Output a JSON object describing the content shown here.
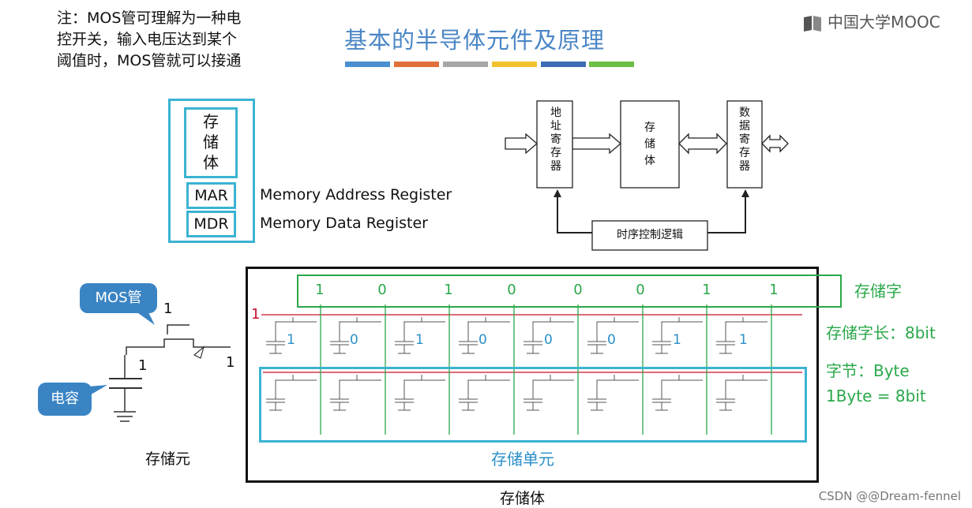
{
  "note_lines": [
    "注：MOS管可理解为一种电",
    "控开关，输入电压达到某个",
    "阈值时，MOS管就可以接通"
  ],
  "title": "基本的半导体元件及原理",
  "title_bar_colors": [
    "#4a8fd0",
    "#e0703a",
    "#a6a6a6",
    "#f2c230",
    "#3e6bb5",
    "#6cbf45"
  ],
  "logo_text": "中国大学MOOC",
  "memory_block": {
    "storage_label_chars": [
      "存",
      "储",
      "体"
    ],
    "mar": "MAR",
    "mdr": "MDR",
    "mar_desc": "Memory Address Register",
    "mdr_desc": "Memory Data Register"
  },
  "block_diagram": {
    "address_reg": [
      "地",
      "址",
      "寄",
      "存",
      "器"
    ],
    "storage": [
      "存",
      "储",
      "体"
    ],
    "data_reg": [
      "数",
      "据",
      "寄",
      "存",
      "器"
    ],
    "timing": "时序控制逻辑"
  },
  "cell_diagram": {
    "mos_callout": "MOS管",
    "capacitor_callout": "电容",
    "gate_value": "1",
    "cap_value": "1",
    "output_value": "1",
    "caption": "存储元"
  },
  "array": {
    "word_bits": [
      "1",
      "0",
      "1",
      "0",
      "0",
      "0",
      "1",
      "1"
    ],
    "row_marker": "1",
    "cell_values": [
      "1",
      "0",
      "1",
      "0",
      "0",
      "0",
      "1",
      "1"
    ],
    "storage_word_label": "存储字",
    "word_length": "存储字长：8bit",
    "byte_label": "字节：Byte",
    "byte_def": "1Byte = 8bit",
    "unit_label": "存储单元",
    "body_label": "存储体"
  },
  "watermark": "CSDN @@Dream-fennel"
}
